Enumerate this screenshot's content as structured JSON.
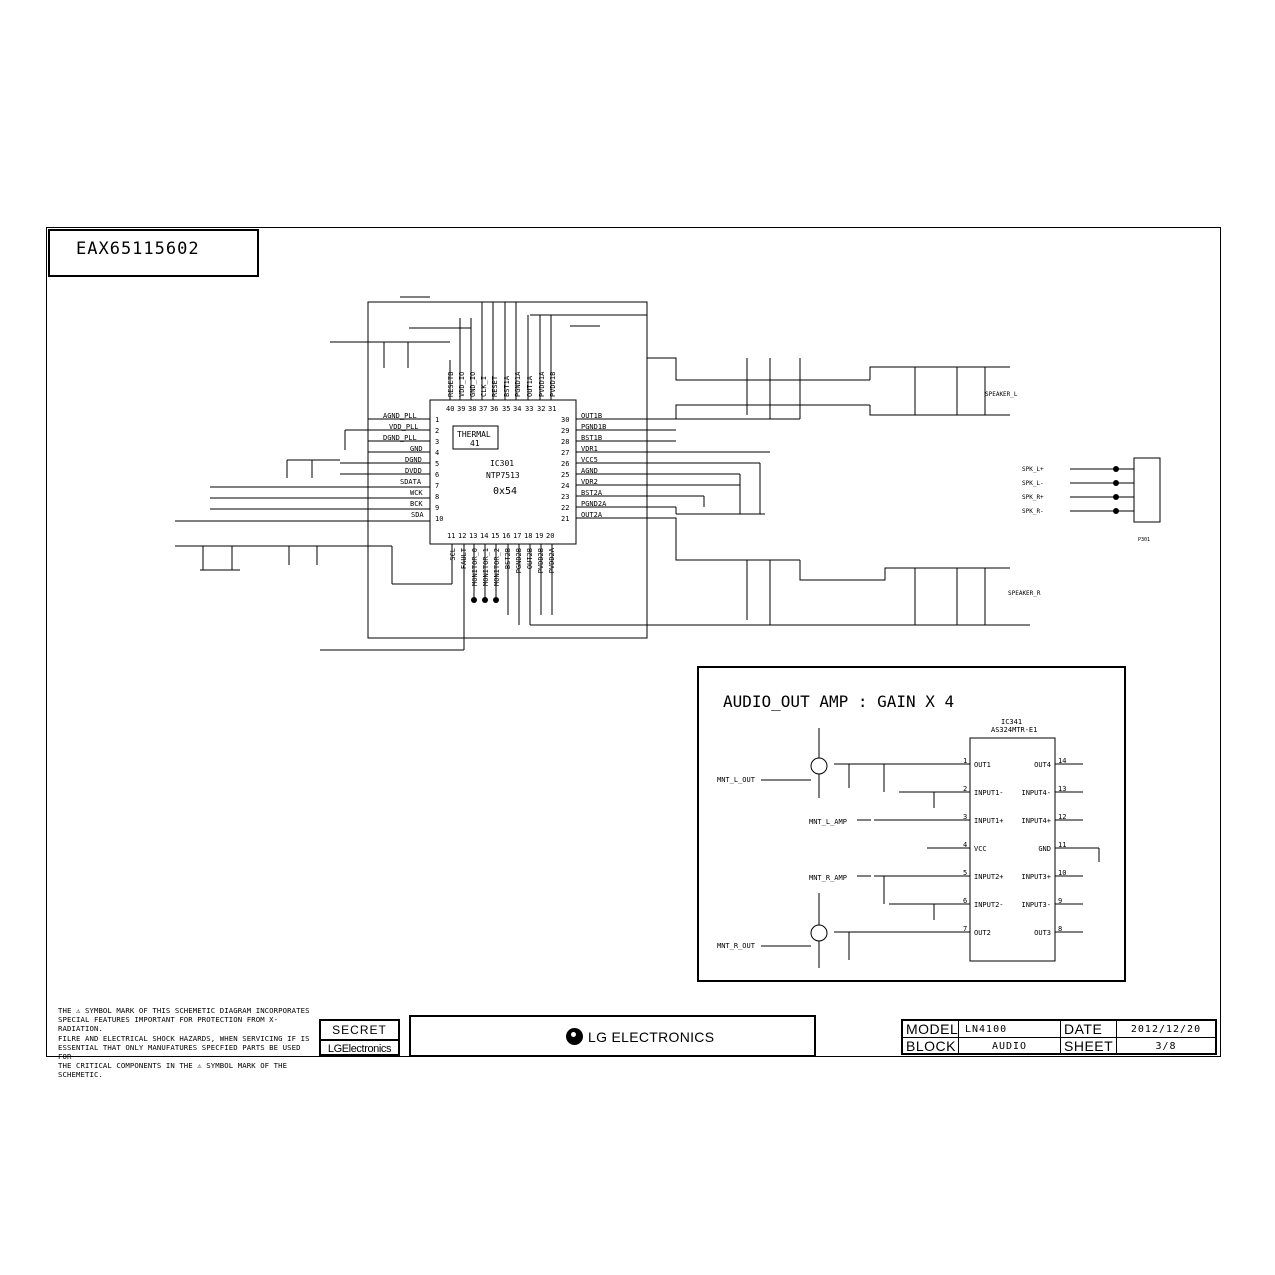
{
  "doc_number": "EAX65115602",
  "ic_main": {
    "ref": "IC301",
    "part": "NTP7513",
    "addr": "0x54",
    "thermal": "THERMAL",
    "thermal_pin": "41",
    "left_pins": [
      {
        "num": "1",
        "name": "AGND_PLL"
      },
      {
        "num": "2",
        "name": "VDD_PLL"
      },
      {
        "num": "3",
        "name": "DGND_PLL"
      },
      {
        "num": "4",
        "name": "GND"
      },
      {
        "num": "5",
        "name": "DGND"
      },
      {
        "num": "6",
        "name": "DVDD"
      },
      {
        "num": "7",
        "name": "SDATA"
      },
      {
        "num": "8",
        "name": "WCK"
      },
      {
        "num": "9",
        "name": "BCK"
      },
      {
        "num": "10",
        "name": "SDA"
      }
    ],
    "right_pins": [
      {
        "num": "30",
        "name": "OUT1B"
      },
      {
        "num": "29",
        "name": "PGND1B"
      },
      {
        "num": "28",
        "name": "BST1B"
      },
      {
        "num": "27",
        "name": "VDR1"
      },
      {
        "num": "26",
        "name": "VCC5"
      },
      {
        "num": "25",
        "name": "AGND"
      },
      {
        "num": "24",
        "name": "VDR2"
      },
      {
        "num": "23",
        "name": "BST2A"
      },
      {
        "num": "22",
        "name": "PGND2A"
      },
      {
        "num": "21",
        "name": "OUT2A"
      }
    ],
    "top_pins": [
      {
        "num": "40",
        "name": "RESETB"
      },
      {
        "num": "39",
        "name": "VDD_IO"
      },
      {
        "num": "38",
        "name": "GND_IO"
      },
      {
        "num": "37",
        "name": "CLK_I"
      },
      {
        "num": "36",
        "name": "RESET"
      },
      {
        "num": "35",
        "name": "BST1A"
      },
      {
        "num": "34",
        "name": "PGND1A"
      },
      {
        "num": "33",
        "name": "OUT1A"
      },
      {
        "num": "32",
        "name": "PVDD1A"
      },
      {
        "num": "31",
        "name": "PVDD1B"
      }
    ],
    "bottom_pins": [
      {
        "num": "11",
        "name": "SCL"
      },
      {
        "num": "12",
        "name": "FAULT"
      },
      {
        "num": "13",
        "name": "MONITOR_0"
      },
      {
        "num": "14",
        "name": "MONITOR_1"
      },
      {
        "num": "15",
        "name": "MONITOR_2"
      },
      {
        "num": "16",
        "name": "BST2B"
      },
      {
        "num": "17",
        "name": "PGND2B"
      },
      {
        "num": "18",
        "name": "OUT2B"
      },
      {
        "num": "19",
        "name": "PVDD2B"
      },
      {
        "num": "20",
        "name": "PVDD2A"
      }
    ]
  },
  "speaker_l": "SPEAKER_L",
  "speaker_r": "SPEAKER_R",
  "spk_labels": [
    "SPK_L+",
    "SPK_L-",
    "SPK_R+",
    "SPK_R-"
  ],
  "spk_header_ref": "P301",
  "audio_out": {
    "title": "AUDIO_OUT AMP : GAIN X 4",
    "ic_ref": "IC341",
    "ic_part": "AS324MTR-E1",
    "left_pins": [
      {
        "num": "1",
        "name": "OUT1"
      },
      {
        "num": "2",
        "name": "INPUT1-"
      },
      {
        "num": "3",
        "name": "INPUT1+"
      },
      {
        "num": "4",
        "name": "VCC"
      },
      {
        "num": "5",
        "name": "INPUT2+"
      },
      {
        "num": "6",
        "name": "INPUT2-"
      },
      {
        "num": "7",
        "name": "OUT2"
      }
    ],
    "right_pins": [
      {
        "num": "14",
        "name": "OUT4"
      },
      {
        "num": "13",
        "name": "INPUT4-"
      },
      {
        "num": "12",
        "name": "INPUT4+"
      },
      {
        "num": "11",
        "name": "GND"
      },
      {
        "num": "10",
        "name": "INPUT3+"
      },
      {
        "num": "9",
        "name": "INPUT3-"
      },
      {
        "num": "8",
        "name": "OUT3"
      }
    ],
    "signals": [
      "MNT_L_OUT",
      "MNT_L_AMP",
      "MNT_R_AMP",
      "MNT_R_OUT"
    ]
  },
  "note_text": [
    "THE ⚠ SYMBOL MARK OF THIS SCHEMETIC DIAGRAM INCORPORATES",
    "SPECIAL FEATURES IMPORTANT FOR PROTECTION FROM X-RADIATION.",
    "FILRE AND ELECTRICAL SHOCK HAZARDS, WHEN SERVICING IF IS",
    "ESSENTIAL THAT ONLY MANUFATURES SPECFIED PARTS BE USED FOR",
    "THE CRITICAL COMPONENTS IN THE ⚠ SYMBOL MARK OF THE SCHEMETIC."
  ],
  "secret": "SECRET",
  "lg_small": "LGElectronics",
  "lg_name": "LG ELECTRONICS",
  "title_block": {
    "model_label": "MODEL",
    "model": "LN4100",
    "date_label": "DATE",
    "date": "2012/12/20",
    "block_label": "BLOCK",
    "block": "AUDIO",
    "sheet_label": "SHEET",
    "sheet": "3/8"
  }
}
